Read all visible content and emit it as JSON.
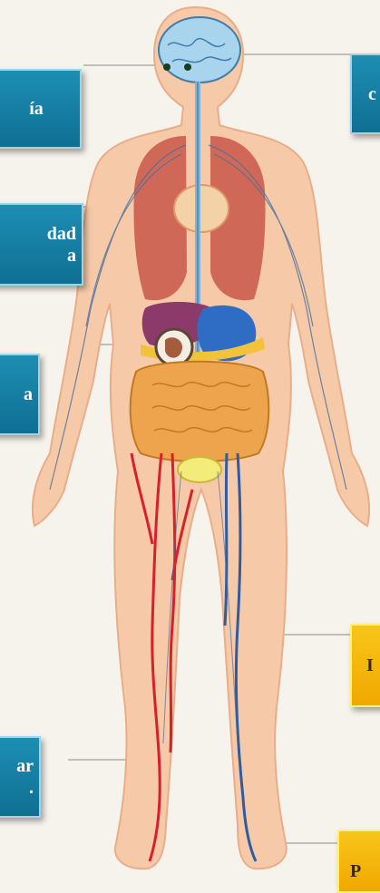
{
  "callouts": [
    {
      "id": "left-1",
      "text": "ía"
    },
    {
      "id": "right-1",
      "text": "c"
    },
    {
      "id": "left-2",
      "line1": "dad",
      "line2": "a"
    },
    {
      "id": "left-3",
      "text": "a"
    },
    {
      "id": "left-4",
      "line1": "ar",
      "line2": "."
    },
    {
      "id": "right-2",
      "text": "I"
    },
    {
      "id": "right-3",
      "text": "P"
    }
  ],
  "colors": {
    "callout_blue": "#1487ad",
    "callout_yellow": "#f5b800",
    "background": "#f6f3ec",
    "skin": "#f6c9a8",
    "artery": "#d6202a",
    "vein": "#2f5c9e"
  }
}
